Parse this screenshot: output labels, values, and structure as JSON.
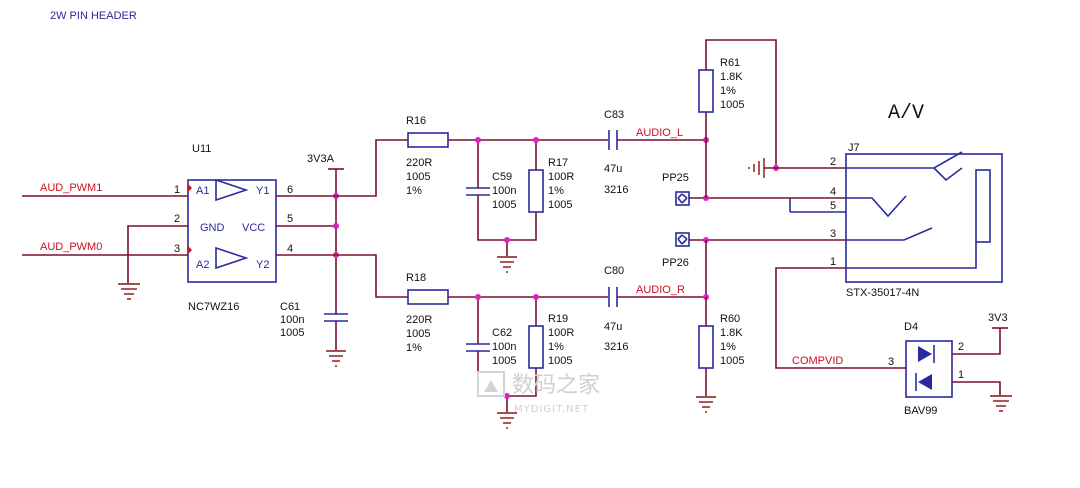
{
  "title": "2W PIN HEADER",
  "big_label": "A/V",
  "nets": {
    "aud_pwm1": "AUD_PWM1",
    "aud_pwm0": "AUD_PWM0",
    "audio_l": "AUDIO_L",
    "audio_r": "AUDIO_R",
    "compvid": "COMPVID",
    "v3v3a": "3V3A",
    "v3v3": "3V3"
  },
  "u11": {
    "ref": "U11",
    "part": "NC7WZ16",
    "a1": "A1",
    "a2": "A2",
    "y1": "Y1",
    "y2": "Y2",
    "gnd": "GND",
    "vcc": "VCC",
    "p1": "1",
    "p2": "2",
    "p3": "3",
    "p4": "4",
    "p5": "5",
    "p6": "6"
  },
  "c61": {
    "ref": "C61",
    "v1": "100n",
    "v2": "1005"
  },
  "r16": {
    "ref": "R16",
    "v1": "220R",
    "v2": "1005",
    "v3": "1%"
  },
  "r18": {
    "ref": "R18",
    "v1": "220R",
    "v2": "1005",
    "v3": "1%"
  },
  "c59": {
    "ref": "C59",
    "v1": "100n",
    "v2": "1005"
  },
  "c62": {
    "ref": "C62",
    "v1": "100n",
    "v2": "1005"
  },
  "r17": {
    "ref": "R17",
    "v1": "100R",
    "v2": "1%",
    "v3": "1005"
  },
  "r19": {
    "ref": "R19",
    "v1": "100R",
    "v2": "1%",
    "v3": "1005"
  },
  "c83": {
    "ref": "C83",
    "v1": "47u",
    "v2": "3216"
  },
  "c80": {
    "ref": "C80",
    "v1": "47u",
    "v2": "3216"
  },
  "r61": {
    "ref": "R61",
    "v1": "1.8K",
    "v2": "1%",
    "v3": "1005"
  },
  "r60": {
    "ref": "R60",
    "v1": "1.8K",
    "v2": "1%",
    "v3": "1005"
  },
  "pp25": "PP25",
  "pp26": "PP26",
  "j7": {
    "ref": "J7",
    "part": "STX-35017-4N",
    "p1": "1",
    "p2": "2",
    "p3": "3",
    "p4": "4",
    "p5": "5"
  },
  "d4": {
    "ref": "D4",
    "part": "BAV99",
    "p1": "1",
    "p2": "2",
    "p3": "3"
  },
  "watermark": {
    "cn": "数码之家",
    "en": "MYDIGIT.NET"
  }
}
